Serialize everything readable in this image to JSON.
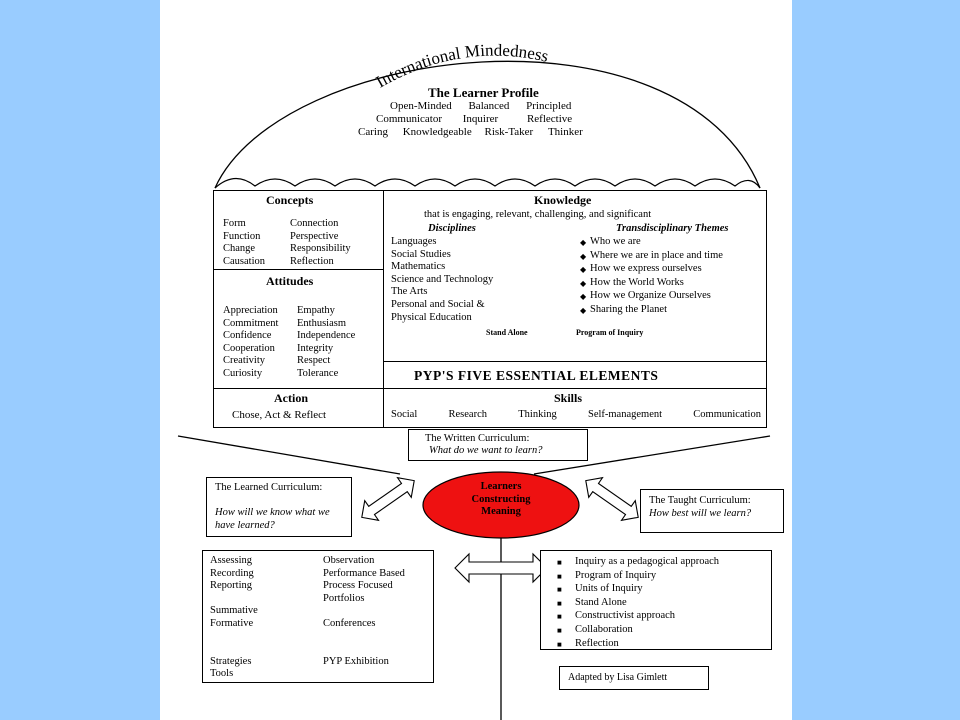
{
  "colors": {
    "page_bg": "#99ccff",
    "ellipse_fill": "#ee1111"
  },
  "dome": {
    "title": "International Mindedness"
  },
  "learner_profile": {
    "title": "The Learner Profile",
    "row1": [
      "Open-Minded",
      "Balanced",
      "Principled"
    ],
    "row2": [
      "Communicator",
      "Inquirer",
      "Reflective"
    ],
    "row3": [
      "Caring",
      "Knowledgeable",
      "Risk-Taker",
      "Thinker"
    ]
  },
  "concepts": {
    "title": "Concepts",
    "col1": [
      "Form",
      "Function",
      "Change",
      "Causation"
    ],
    "col2": [
      "Connection",
      "Perspective",
      "Responsibility",
      "Reflection"
    ]
  },
  "attitudes": {
    "title": "Attitudes",
    "col1": [
      "Appreciation",
      "Commitment",
      "Confidence",
      "Cooperation",
      "Creativity",
      "Curiosity"
    ],
    "col2": [
      "Empathy",
      "Enthusiasm",
      "Independence",
      "Integrity",
      "Respect",
      "Tolerance"
    ]
  },
  "action": {
    "title": "Action",
    "text": "Chose,  Act  &  Reflect"
  },
  "knowledge": {
    "title": "Knowledge",
    "subtitle": "that is engaging, relevant, challenging, and significant",
    "disciplines_title": "Disciplines",
    "disciplines": [
      "Languages",
      "Social Studies",
      "Mathematics",
      "Science and Technology",
      "The Arts",
      "Personal and Social &",
      "Physical Education"
    ],
    "themes_title": "Transdisciplinary  Themes",
    "themes": [
      "Who we are",
      "Where we are in place and time",
      "How we express ourselves",
      "How the World Works",
      "How we Organize Ourselves",
      "Sharing the Planet"
    ],
    "balance_left": "Stand Alone",
    "balance_right": "Program of Inquiry"
  },
  "essential_elements": "PYP'S FIVE ESSENTIAL ELEMENTS",
  "skills": {
    "title": "Skills",
    "items": [
      "Social",
      "Research",
      "Thinking",
      "Self-management",
      "Communication"
    ]
  },
  "written": {
    "title": "The Written Curriculum:",
    "question": "What do we want to learn?"
  },
  "learned": {
    "title": "The Learned Curriculum:",
    "question": "How will we know what we have learned?"
  },
  "taught": {
    "title": "The Taught Curriculum:",
    "question": "How best will we learn?"
  },
  "center": {
    "lines": [
      "Learners",
      "Constructing",
      "Meaning"
    ]
  },
  "assessment": {
    "col1": [
      "Assessing",
      "Recording",
      "Reporting",
      "",
      "Summative",
      "Formative",
      "",
      "",
      "Strategies",
      "Tools"
    ],
    "col2": [
      "Observation",
      "Performance Based",
      "Process Focused",
      "Portfolios",
      "",
      "Conferences",
      "",
      "",
      "PYP Exhibition"
    ]
  },
  "pedagogy": {
    "items": [
      "Inquiry as a pedagogical approach",
      "Program of Inquiry",
      "Units of Inquiry",
      "Stand Alone",
      "Constructivist approach",
      "Collaboration",
      "Reflection"
    ]
  },
  "credit": "Adapted by Lisa Gimlett"
}
